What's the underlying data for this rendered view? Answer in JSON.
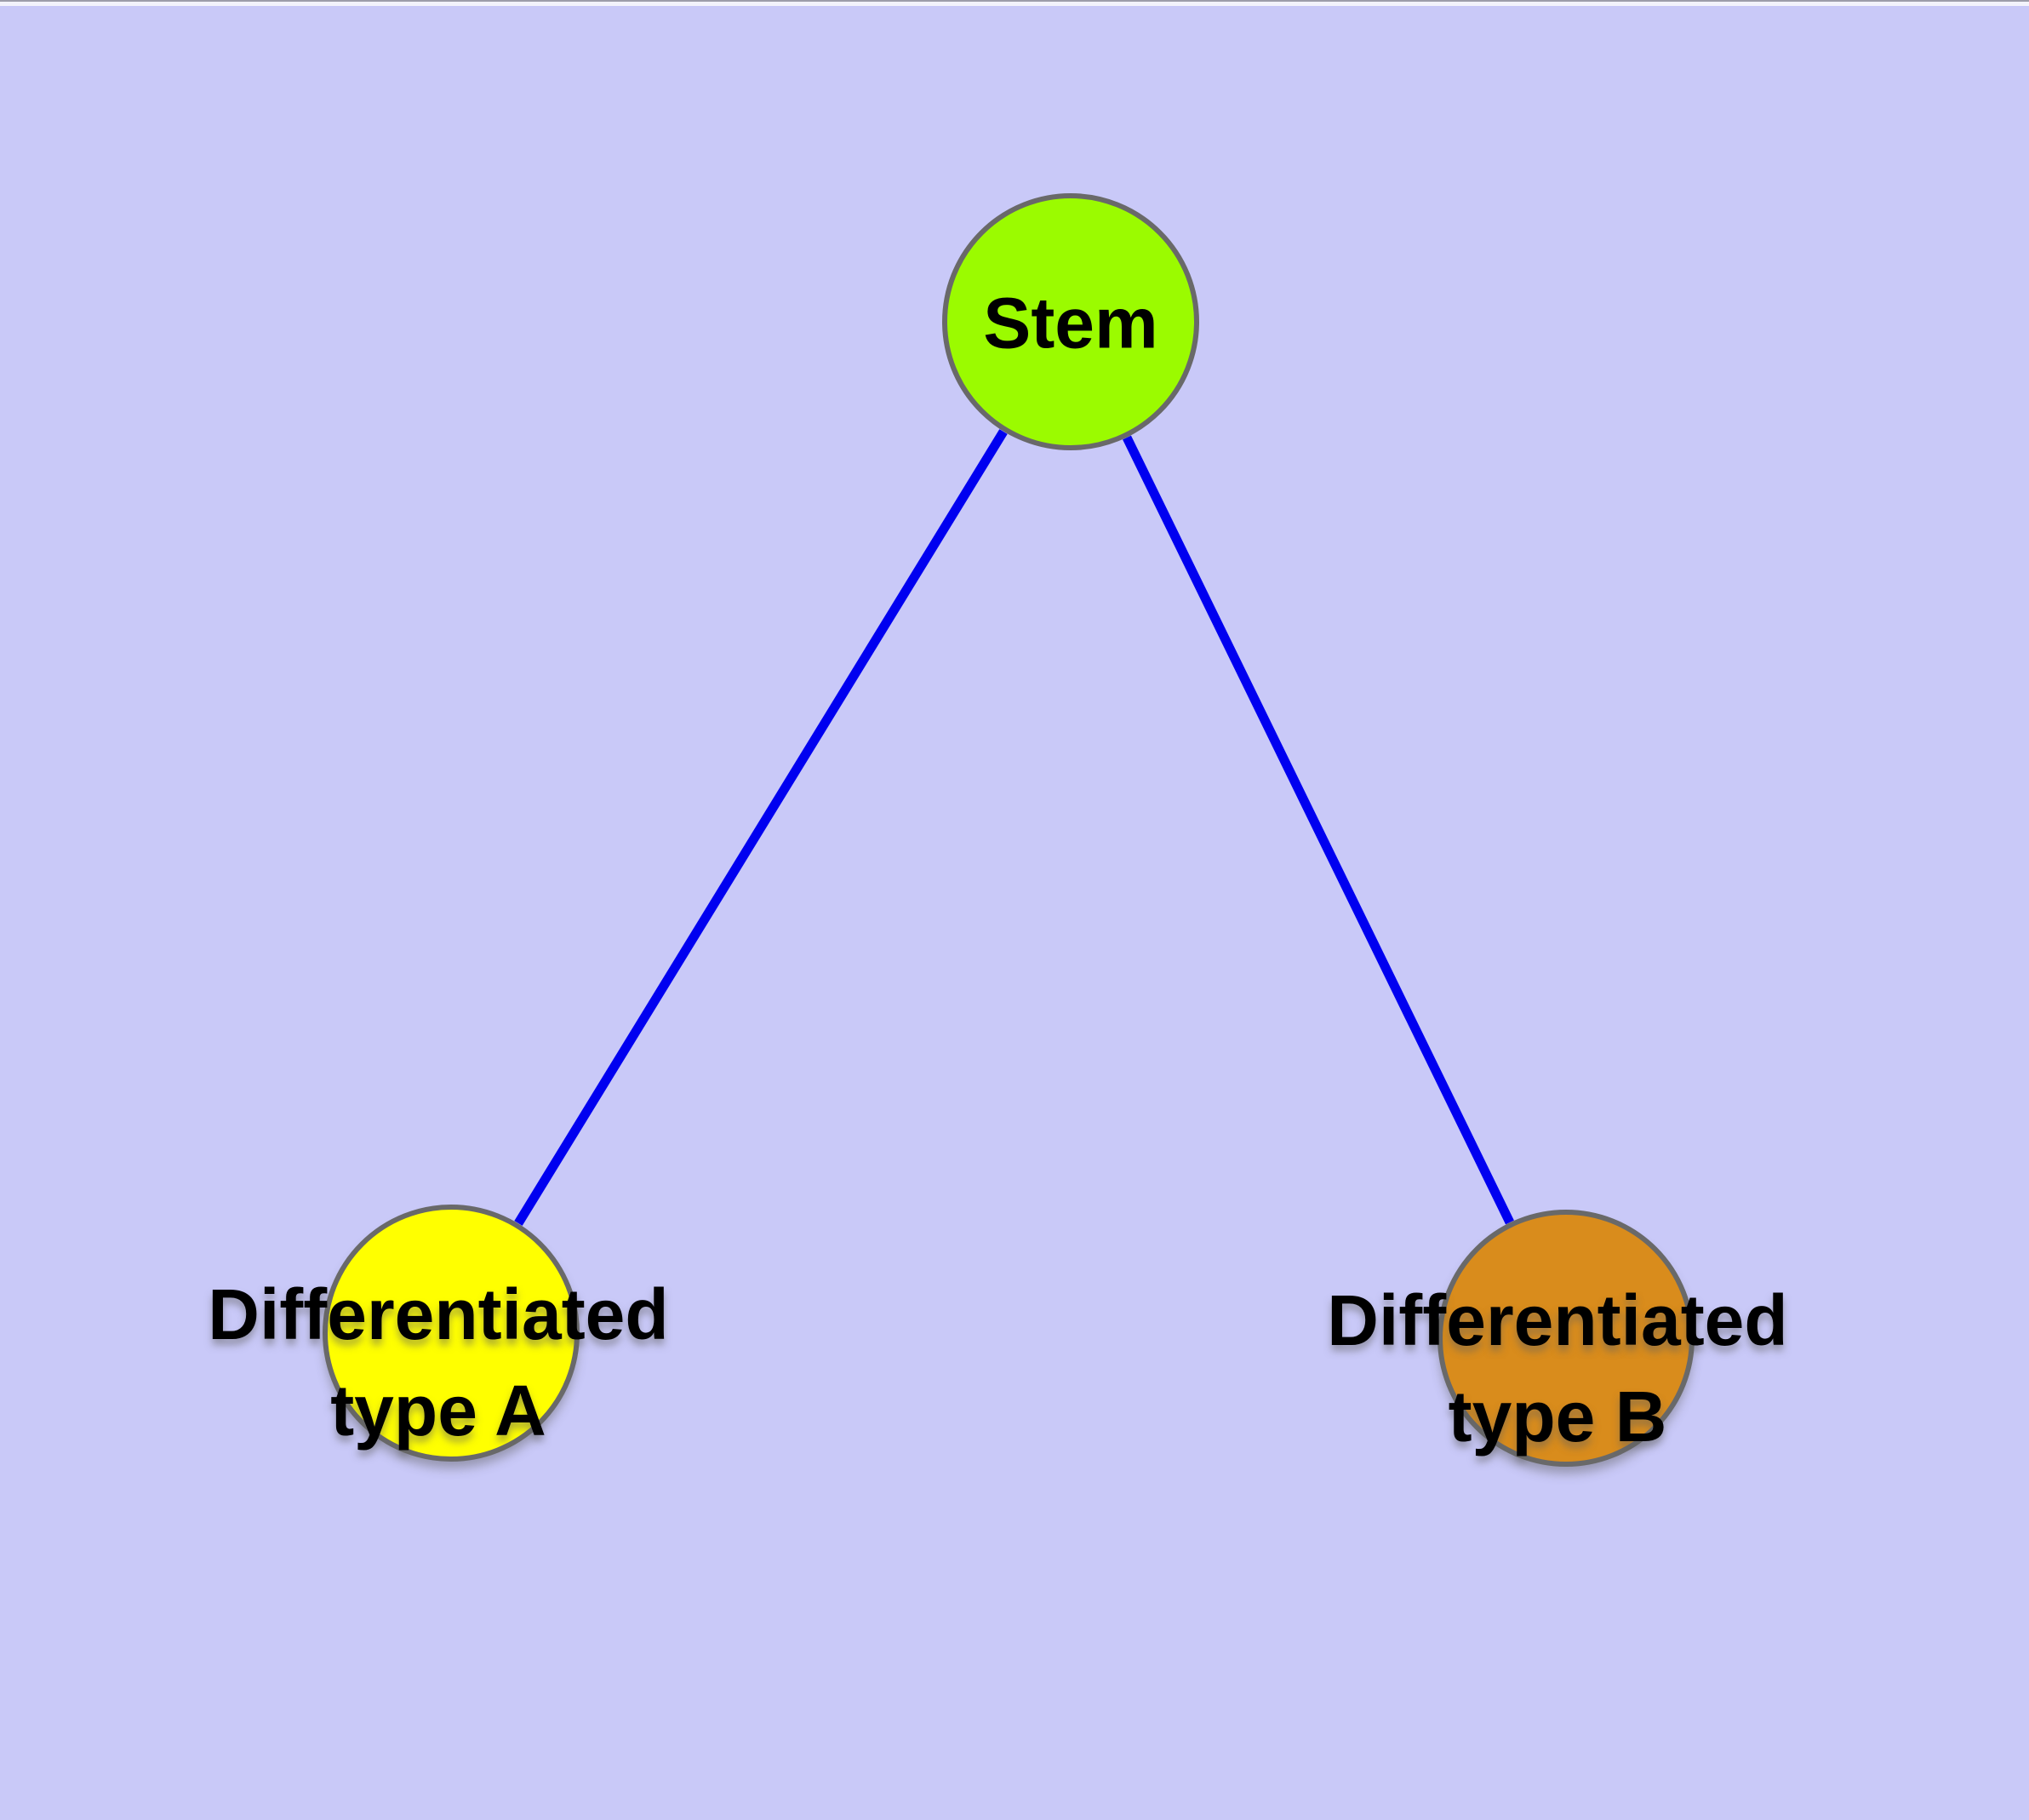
{
  "styles": {
    "background_color": "#c9c9f8",
    "edge_color": "#0000f0",
    "node_border_color": "#696969",
    "label_color": "#000000"
  },
  "nodes": {
    "stem": {
      "label": "Stem",
      "fill_color": "#9bfb00"
    },
    "type_a": {
      "label_lines": [
        "Differentiated",
        "type A"
      ],
      "fill_color": "#ffff00"
    },
    "type_b": {
      "label_lines": [
        "Differentiated",
        "type B"
      ],
      "fill_color": "#d98c1c"
    }
  },
  "edges": [
    {
      "from": "stem",
      "to": "type_a"
    },
    {
      "from": "stem",
      "to": "type_b"
    }
  ]
}
